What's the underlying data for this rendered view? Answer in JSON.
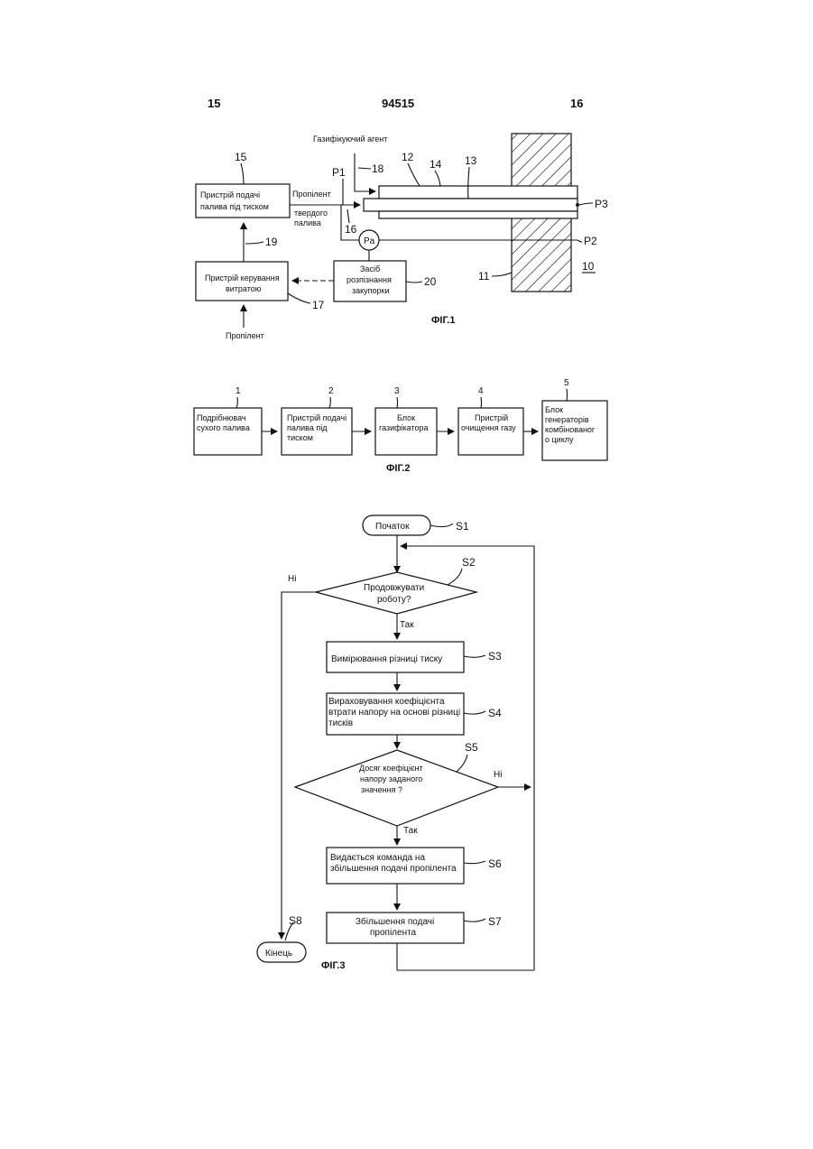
{
  "header": {
    "left_page": "15",
    "patent_number": "94515",
    "right_page": "16"
  },
  "fig1": {
    "caption": "ФІГ.1",
    "gasifying_agent": "Газифікуючий агент",
    "feeder_box": [
      "Пристрій подачі",
      "палива під тиском"
    ],
    "feeder_ref": "15",
    "propellant_top": "Пропілент",
    "solid_fuel": [
      "твердого",
      "палива"
    ],
    "flow_box": [
      "Пристрій керування",
      "витратою"
    ],
    "flow_ref": "17",
    "propellant_bottom": "Пропілент",
    "detector_box": [
      "Засіб",
      "розпізнання",
      "закупорки"
    ],
    "detector_ref": "20",
    "pa": "Pa",
    "refs": {
      "r19": "19",
      "r16": "16",
      "r18": "18",
      "r12": "12",
      "r14": "14",
      "r13": "13",
      "r11": "11",
      "r10": "10"
    },
    "points": {
      "p1": "P1",
      "p2": "P2",
      "p3": "P3"
    }
  },
  "fig2": {
    "caption": "ФІГ.2",
    "blocks": [
      {
        "ref": "1",
        "lines": [
          "Подрібнювач",
          "сухого палива"
        ]
      },
      {
        "ref": "2",
        "lines": [
          "Пристрій подачі",
          "палива під",
          "тиском"
        ]
      },
      {
        "ref": "3",
        "lines": [
          "Блок",
          "газифікатора"
        ]
      },
      {
        "ref": "4",
        "lines": [
          "Пристрій",
          "очищення газу"
        ]
      },
      {
        "ref": "5",
        "lines": [
          "Блок",
          "генераторів",
          "комбінованог",
          "о циклу"
        ]
      }
    ]
  },
  "fig3": {
    "caption": "ФІГ.3",
    "start": "Початок",
    "s1": "S1",
    "q1": [
      "Продовжувати",
      "роботу?"
    ],
    "s2": "S2",
    "no1": "Ні",
    "yes1": "Так",
    "step3": "Вимірювання різниці тиску",
    "s3": "S3",
    "step4": [
      "Вираховування коефіцієнта",
      "втрати напору на основі різниці",
      "тисків"
    ],
    "s4": "S4",
    "q2": [
      "Досяг коефіцієнт",
      "напору заданого",
      "значення ?"
    ],
    "s5": "S5",
    "no2": "Ні",
    "yes2": "Так",
    "step6": [
      "Видається команда на",
      "збільшення подачі пропілента"
    ],
    "s6": "S6",
    "step7": [
      "Збільшення подачі",
      "пропілента"
    ],
    "s7": "S7",
    "end": "Кінець",
    "s8": "S8"
  }
}
